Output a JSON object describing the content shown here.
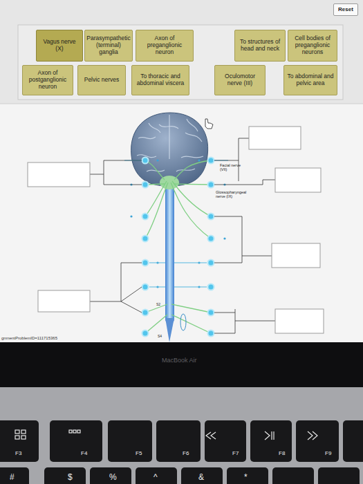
{
  "diagram": {
    "nodes": [
      {
        "text": [
          "Reset"
        ]
      },
      {
        "text": [
          "Vagus nerve (X)"
        ]
      },
      {
        "text": [
          "Parasympathetic (terminal) ganglia"
        ]
      },
      {
        "text": [
          "Axon of preganglionic neuron"
        ]
      },
      {
        "text": [
          "To structures of head and neck"
        ]
      },
      {
        "text": [
          "Cell bodies of preganglionic neurons"
        ]
      },
      {
        "text": [
          "Axon of postganglionic neuron"
        ]
      },
      {
        "text": [
          "Pelvic nerves"
        ]
      },
      {
        "text": [
          "To thoracic and abdominal viscera"
        ]
      },
      {
        "text": [
          "Oculomotor nerve (III)"
        ]
      },
      {
        "text": [
          "To abdominal and pelvic area"
        ]
      }
    ],
    "labels": [
      "Facial nerve (VII)",
      "Glossopharyngeal nerve (IX)",
      "S2",
      "S4",
      "gnmentProblemID=111715365",
      "MacBook Air",
      "F3",
      "F4",
      "F5",
      "F6",
      "F7",
      "F8",
      "F9",
      "#",
      "$",
      "%",
      "^",
      "&",
      "*"
    ]
  }
}
